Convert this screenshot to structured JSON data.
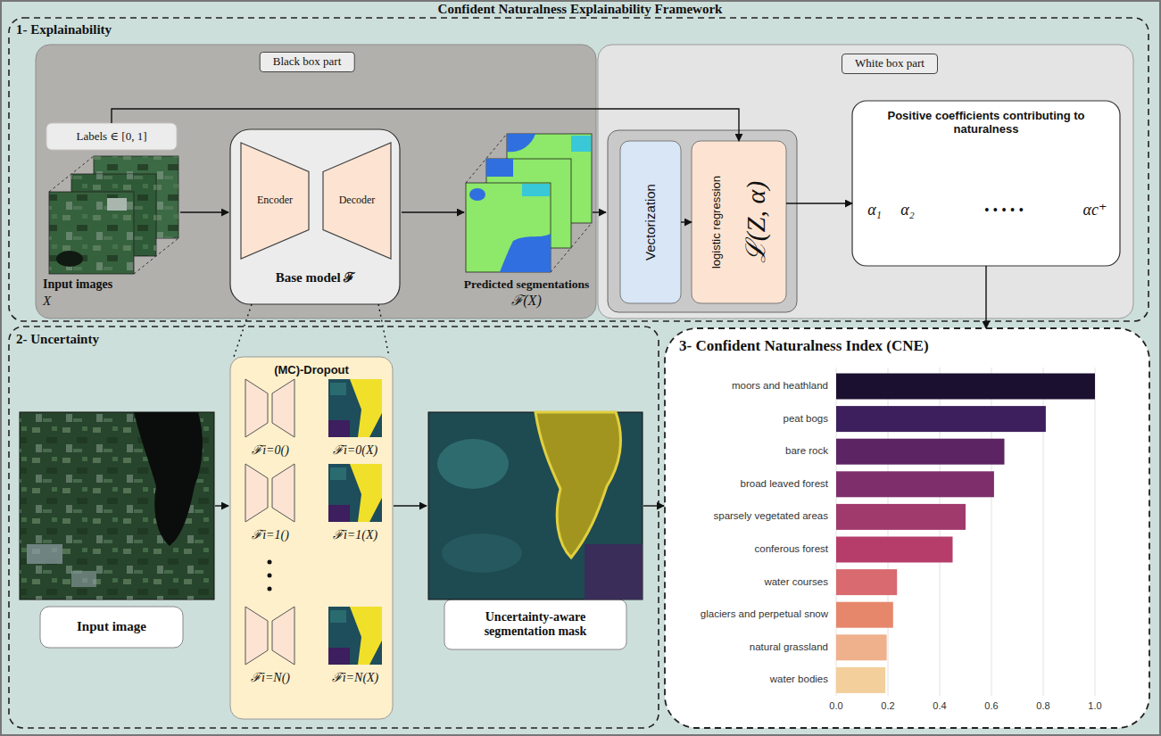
{
  "diagram": {
    "title": "Confident Naturalness Explainability Framework",
    "nodes": [
      {
        "text": [
          "1- Explainability"
        ]
      },
      {
        "text": [
          "Black box part"
        ],
        "in": 0
      },
      {
        "text": [
          "Labels ∈ [0, 1]"
        ],
        "in": 1
      },
      {
        "text": [
          "Base model ℱ"
        ],
        "in": 1
      },
      {
        "text": [
          "Encoder"
        ],
        "in": 3
      },
      {
        "text": [
          "Decoder"
        ],
        "in": 3
      },
      {
        "text": [
          "White box part"
        ],
        "in": 0
      },
      {
        "text": [
          "Vectorization"
        ],
        "in": 6
      },
      {
        "text": [
          "logistic regression",
          "ℒ(Z, α)"
        ],
        "in": 6
      },
      {
        "text": [
          "Positive coefficients contributing to naturalness",
          "α₁",
          "α₂",
          "• • • • •",
          "αc⁺"
        ],
        "in": 6
      },
      {
        "text": [
          "2- Uncertainty"
        ]
      },
      {
        "text": [
          "Input image"
        ],
        "in": 10
      },
      {
        "text": [
          "(MC)-Dropout",
          "ℱi=0()",
          "ℱi=0(X)",
          "ℱi=1()",
          "ℱi=1(X)",
          "ℱi=N()",
          "ℱi=N(X)"
        ],
        "in": 10
      },
      {
        "text": [
          "Uncertainty-aware segmentation mask"
        ],
        "in": 10
      },
      {
        "text": [
          "3- Confident Naturalness Index (CNE)"
        ]
      }
    ],
    "edges": [
      {
        "from": 2,
        "to": 8,
        "arrow": "to"
      },
      {
        "from": 7,
        "to": 8,
        "arrow": "to"
      },
      {
        "from": 8,
        "to": 9,
        "arrow": "to"
      },
      {
        "from": 9,
        "to": 14,
        "arrow": "to"
      },
      {
        "from": 3,
        "to": 12,
        "arrow": "none"
      },
      {
        "from": 3,
        "to": 12,
        "arrow": "none"
      }
    ],
    "labels": [
      "Input images",
      "X",
      "Predicted segmentations",
      "ℱ(X)",
      "moors and heathland",
      "peat bogs",
      "bare rock",
      "broad leaved forest",
      "sparsely vegetated areas",
      "conferous forest",
      "water courses",
      "glaciers and perpetual snow",
      "natural grassland",
      "water bodies",
      "0.0",
      "0.2",
      "0.4",
      "0.6",
      "0.8",
      "1.0"
    ]
  }
}
